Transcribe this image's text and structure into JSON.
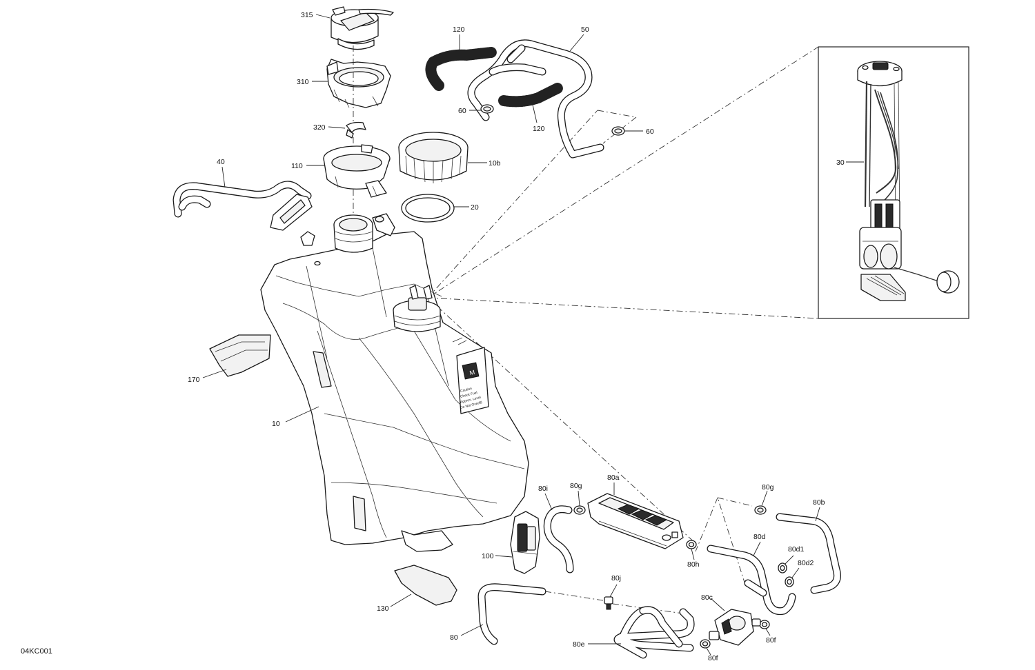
{
  "reference_code": "04KC001",
  "callouts": {
    "c315": "315",
    "c310": "310",
    "c320": "320",
    "c110": "110",
    "c10b": "10b",
    "c20": "20",
    "c40": "40",
    "c120a": "120",
    "c120b": "120",
    "c50": "50",
    "c60a": "60",
    "c60b": "60",
    "c30": "30",
    "c170": "170",
    "c10": "10",
    "c130": "130",
    "c100": "100",
    "c80": "80",
    "c80a": "80a",
    "c80b": "80b",
    "c80c": "80c",
    "c80d": "80d",
    "c80d1": "80d1",
    "c80d2": "80d2",
    "c80e": "80e",
    "c80f_a": "80f",
    "c80f_b": "80f",
    "c80g_a": "80g",
    "c80g_b": "80g",
    "c80h": "80h",
    "c80i": "80i",
    "c80j": "80j"
  },
  "tank_label_marks": {
    "brand_mark": "M",
    "text_lines": [
      "Caution",
      "Check Fuel",
      "Approx. Level",
      "Do Not Overfill"
    ]
  }
}
